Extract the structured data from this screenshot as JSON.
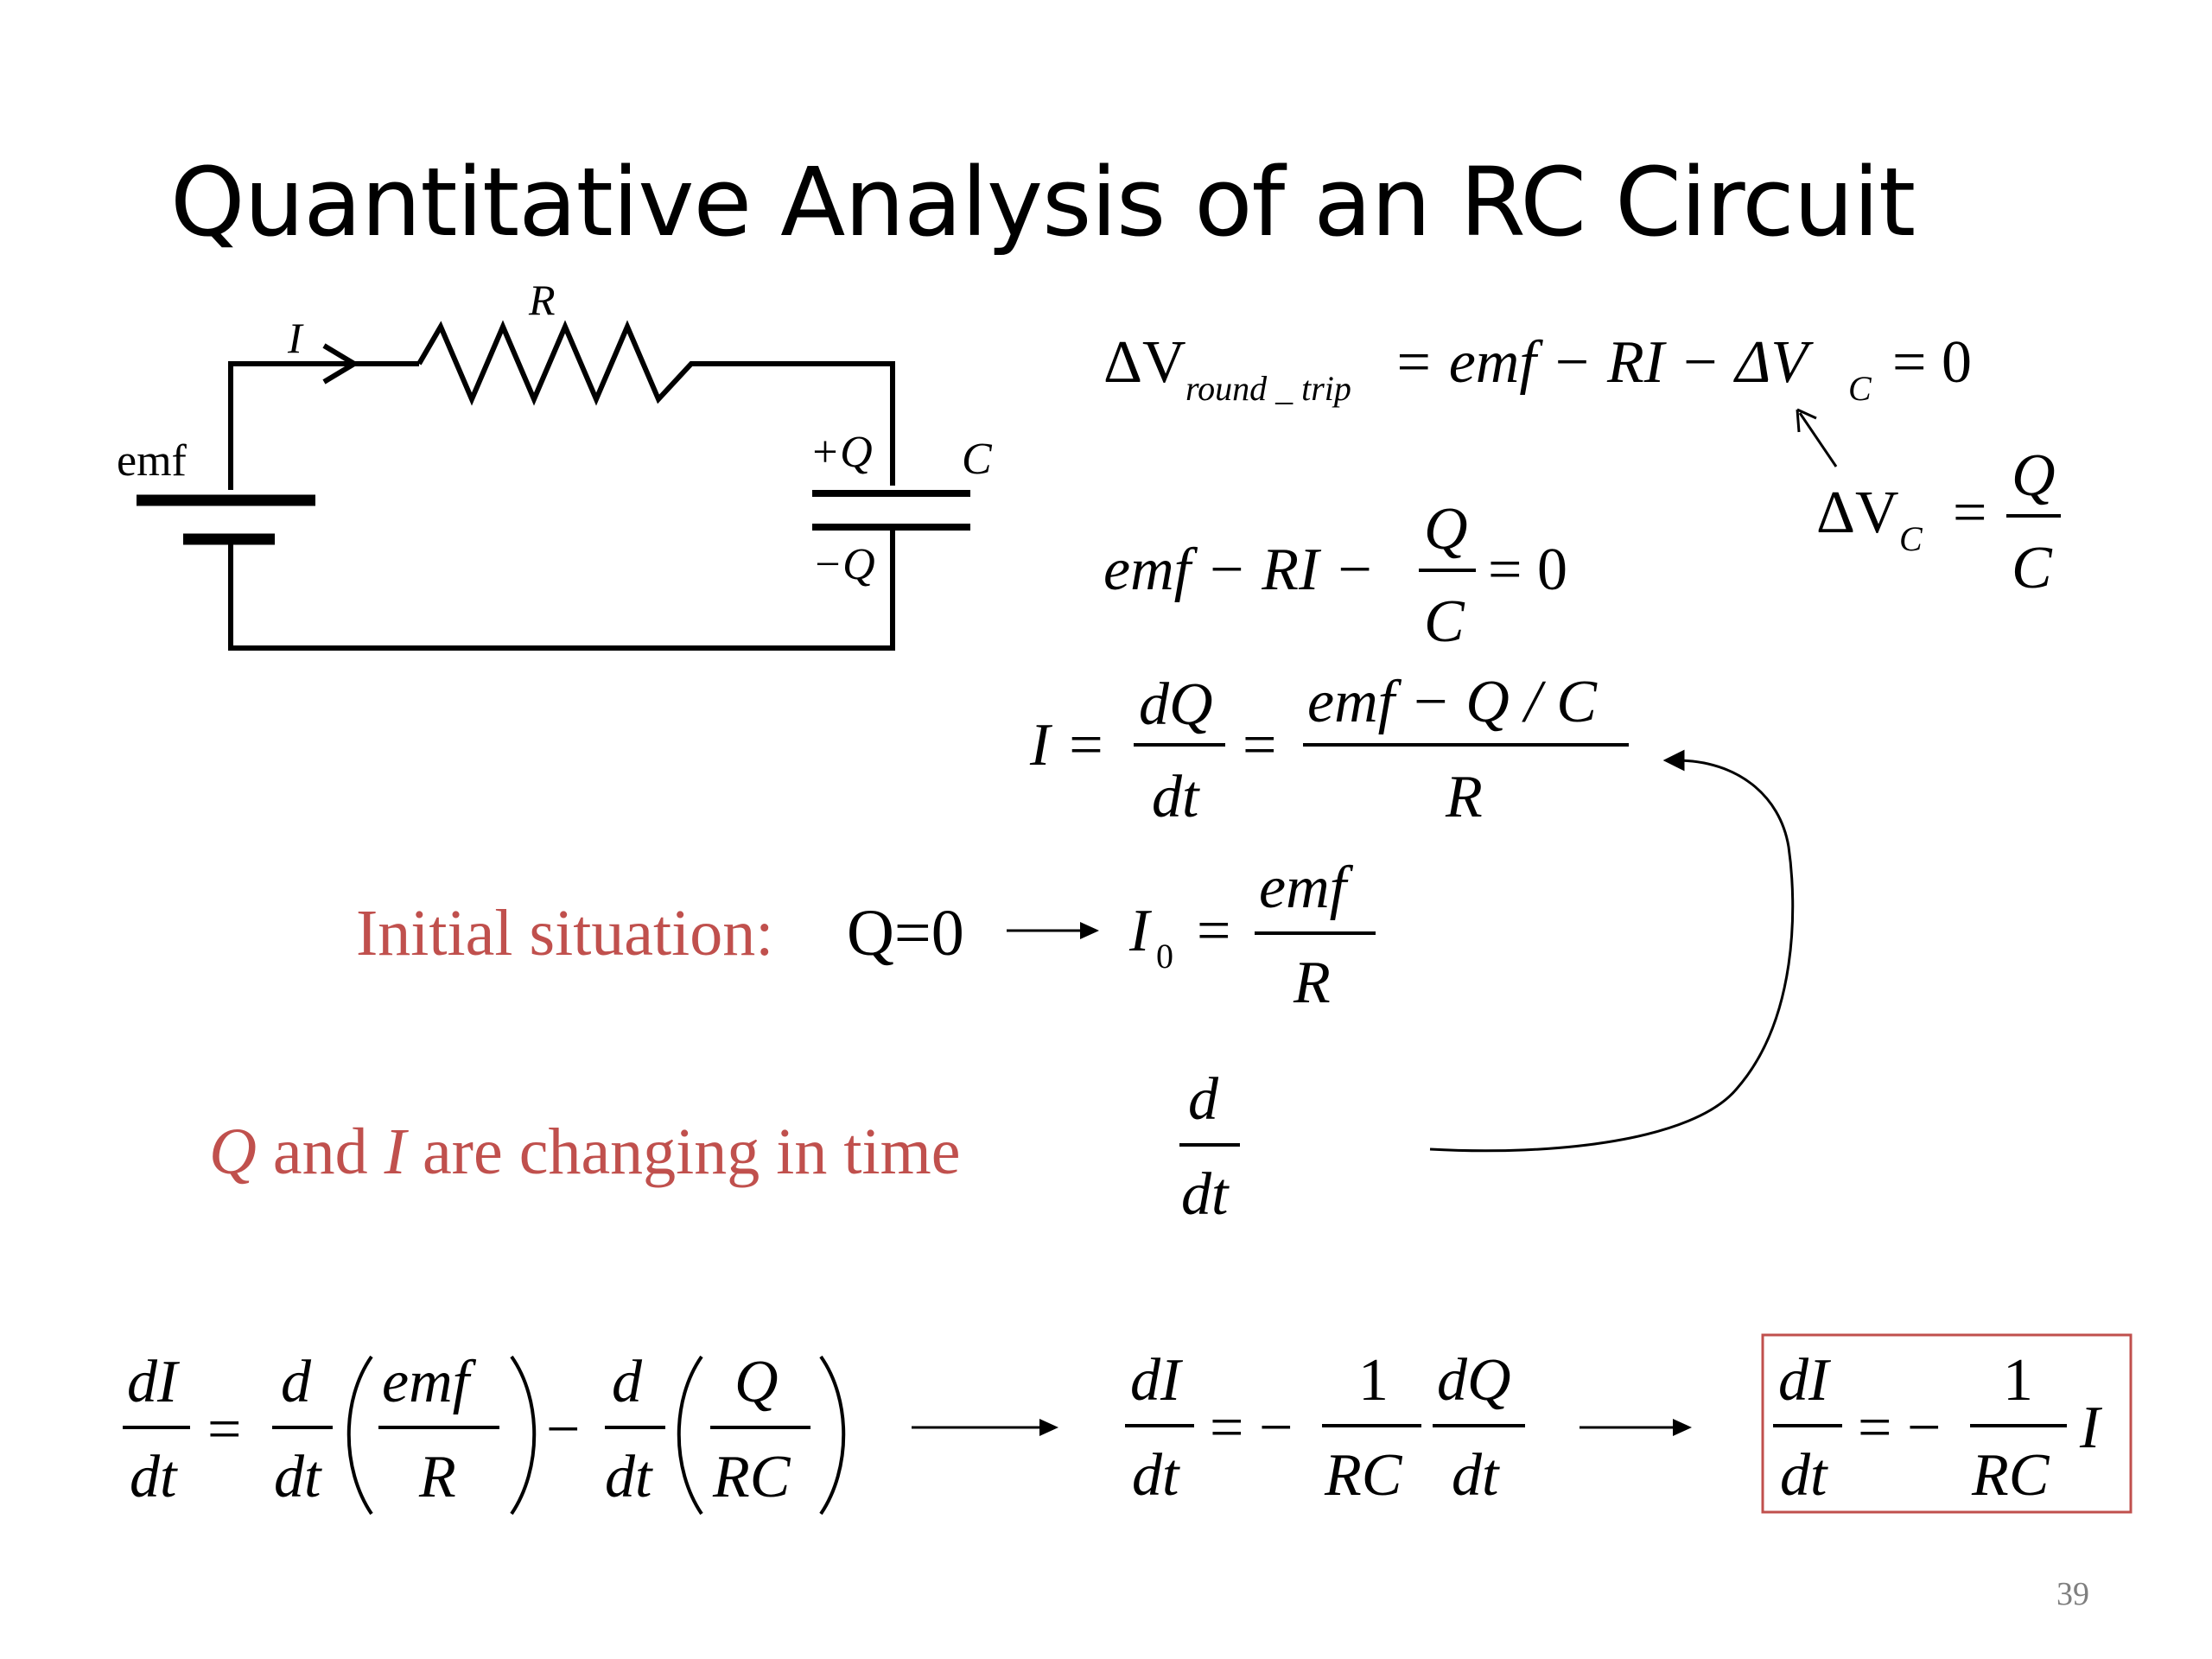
{
  "slide": {
    "title": "Quantitative Analysis of an RC Circuit",
    "page_number": "39",
    "accent_color": "#c0504d"
  },
  "circuit": {
    "label_R": "R",
    "label_I": "I",
    "label_emf": "emf",
    "label_plus_Q": "+Q",
    "label_minus_Q": "−Q",
    "label_C": "C"
  },
  "equations": {
    "loop_delta": "ΔV",
    "loop_sub": "round _ trip",
    "loop_rhs": "= emf − RI − ΔV",
    "loop_sub_c": "C",
    "loop_zero": "= 0",
    "vc_lhs": "ΔV",
    "vc_sub": "C",
    "vc_eq": "=",
    "vc_num": "Q",
    "vc_den": "C",
    "kvl_lhs": "emf − RI −",
    "kvl_num": "Q",
    "kvl_den": "C",
    "kvl_rhs": "= 0",
    "current_lhs": "I =",
    "current_num1": "dQ",
    "current_den1": "dt",
    "current_eq2": "=",
    "current_num2": "emf − Q / C",
    "current_den2": "R",
    "initial_label": "Initial situation:",
    "initial_cond": "Q=0",
    "i0_lhs": "I",
    "i0_sub": "0",
    "i0_eq": "=",
    "i0_num": "emf",
    "i0_den": "R",
    "changing_Q": "Q",
    "changing_and": " and ",
    "changing_I": "I",
    "changing_rest": " are changing in time",
    "ddt_num": "d",
    "ddt_den": "dt",
    "final1_num": "dI",
    "final1_den": "dt",
    "final1_eq": "=",
    "final1_d1": "d",
    "final1_dt1": "dt",
    "final1_emf": "emf",
    "final1_R": "R",
    "final1_minus": "−",
    "final1_d2": "d",
    "final1_dt2": "dt",
    "final1_Q": "Q",
    "final1_RC": "RC",
    "final2_num": "dI",
    "final2_den": "dt",
    "final2_eq": "= −",
    "final2_one": "1",
    "final2_RC": "RC",
    "final2_dQ": "dQ",
    "final2_dt": "dt",
    "final3_num": "dI",
    "final3_den": "dt",
    "final3_eq": "= −",
    "final3_one": "1",
    "final3_RC": "RC",
    "final3_I": "I"
  }
}
